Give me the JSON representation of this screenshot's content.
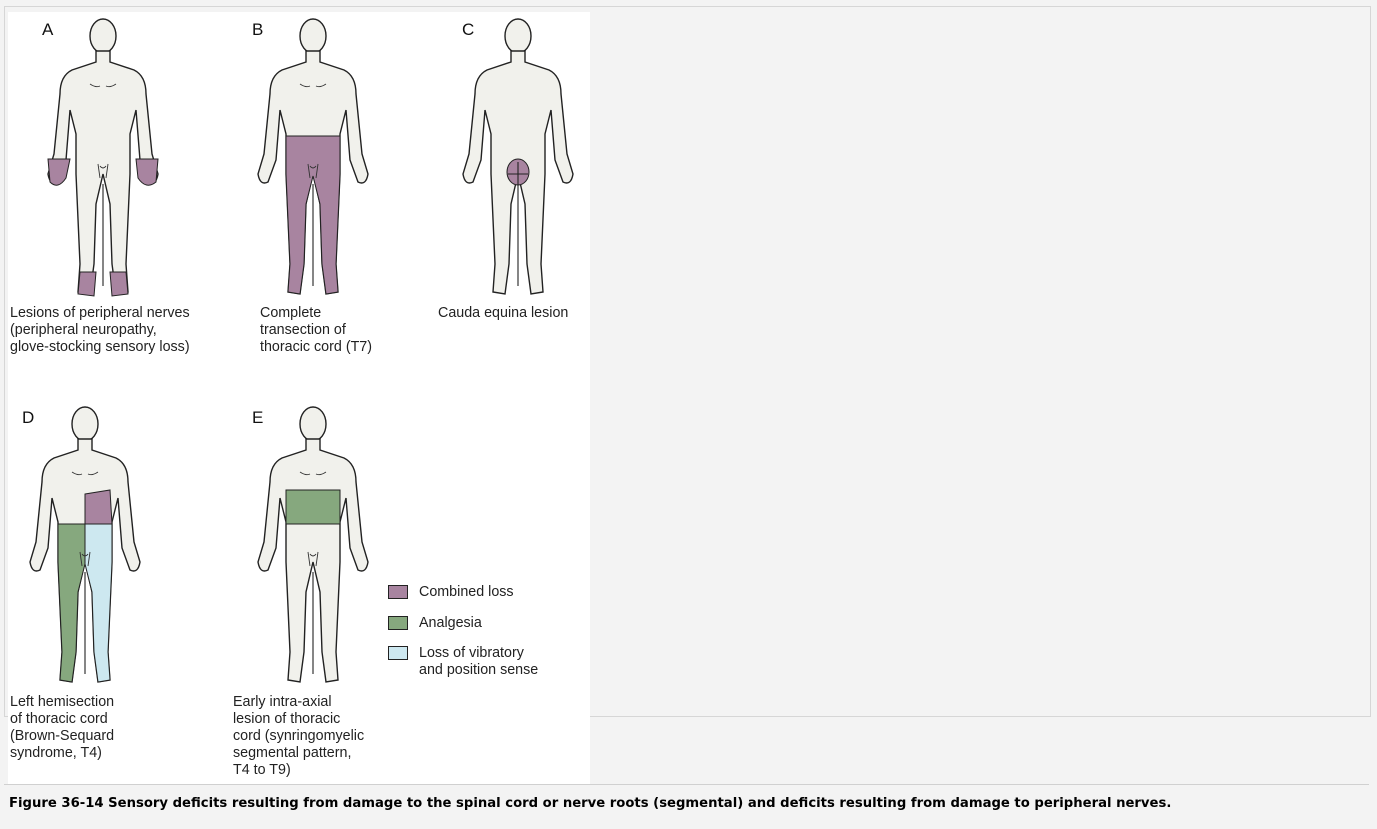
{
  "colors": {
    "combined_loss": "#a884a0",
    "analgesia": "#86a87e",
    "vibratory_position_loss": "#cde8f0",
    "skin": "#f1f1ec"
  },
  "panels": [
    {
      "letter": "A",
      "caption": "Lesions of peripheral nerves\n(peripheral neuropathy,\nglove-stocking sensory loss)"
    },
    {
      "letter": "B",
      "caption": "Complete\ntransection of\nthoracic cord (T7)"
    },
    {
      "letter": "C",
      "caption": "Cauda equina lesion"
    },
    {
      "letter": "D",
      "caption": "Left hemisection\nof thoracic cord\n(Brown-Sequard\nsyndrome, T4)"
    },
    {
      "letter": "E",
      "caption": "Early intra-axial\nlesion of thoracic\ncord (synringomyelic\nsegmental pattern,\nT4 to T9)"
    }
  ],
  "legend": [
    {
      "label": "Combined loss"
    },
    {
      "label": "Analgesia"
    },
    {
      "label": "Loss of vibratory\nand position sense"
    }
  ],
  "caption": "Figure 36-14 Sensory deficits resulting from damage to the spinal cord or nerve roots (segmental) and deficits resulting from damage to peripheral nerves."
}
